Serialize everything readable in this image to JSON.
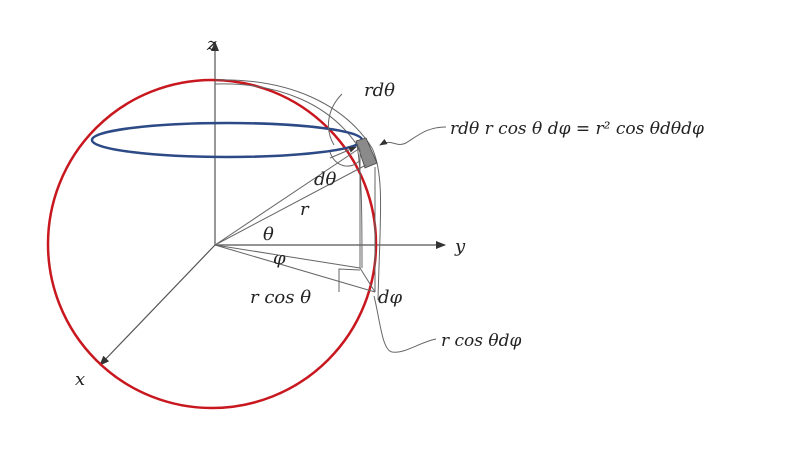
{
  "labels": {
    "z_axis": "z",
    "y_axis": "y",
    "x_axis": "x",
    "r_dtheta": "rdθ",
    "area_element": "rdθ r cos θ dφ = r² cos θdθdφ",
    "d_theta": "dθ",
    "r": "r",
    "theta": "θ",
    "phi": "φ",
    "r_cos_theta": "r cos θ",
    "d_phi": "dφ",
    "r_cos_theta_dphi": "r cos θdφ"
  },
  "colors": {
    "sphere_outline": "#c8171e",
    "latitude_circle": "#2c4a86",
    "surface_patch": "#8a8a8a",
    "lines": "#555555"
  }
}
